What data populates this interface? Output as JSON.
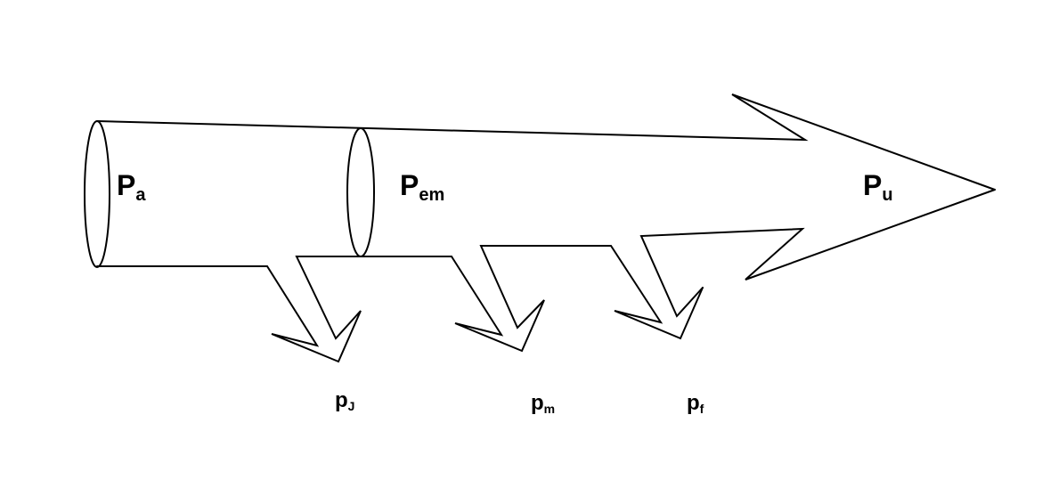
{
  "labels": {
    "pa": {
      "main": "P",
      "sub": "a"
    },
    "pem": {
      "main": "P",
      "sub": "em"
    },
    "pu": {
      "main": "P",
      "sub": "u"
    },
    "pj": {
      "main": "p",
      "sub": "J"
    },
    "pm": {
      "main": "p",
      "sub": "m"
    },
    "pf": {
      "main": "p",
      "sub": "f"
    }
  }
}
